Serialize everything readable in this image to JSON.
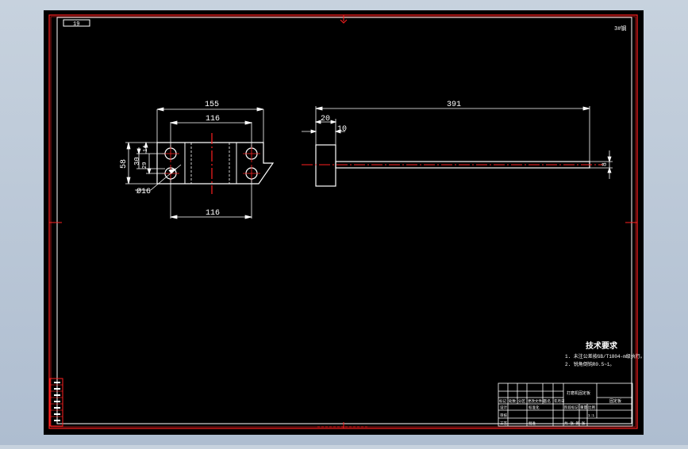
{
  "sheet": {
    "tag": "19",
    "corner_note": "3#钢"
  },
  "dimensions": {
    "left_width_total": "155",
    "left_width_upper": "116",
    "left_width_lower": "116",
    "left_height_total": "58",
    "left_height_mid": "30",
    "left_height_small": "14",
    "left_height_lower": "29",
    "hole_diameter": "Ø16",
    "right_length": "391",
    "right_width": "20",
    "right_step": "10",
    "right_thickness": "8"
  },
  "tech": {
    "title": "技术要求",
    "items": [
      "1. 未注公差按GB/T1804-m级执行。",
      "2. 锐角倒钝R0.5~1。"
    ]
  },
  "title_block": {
    "drawing_name": "打磨机固定板",
    "part_name": "固定板",
    "row_labels": [
      "标记",
      "处数",
      "分区",
      "更改文件号",
      "签名",
      "年月日"
    ],
    "design": "设计",
    "standard": "标准化",
    "stage": "阶段标记",
    "weight": "重量",
    "scale": "比例",
    "scale_value": "1:1",
    "check": "审核",
    "process": "工艺",
    "approve": "批准",
    "sheets": "共  张  第  张"
  }
}
